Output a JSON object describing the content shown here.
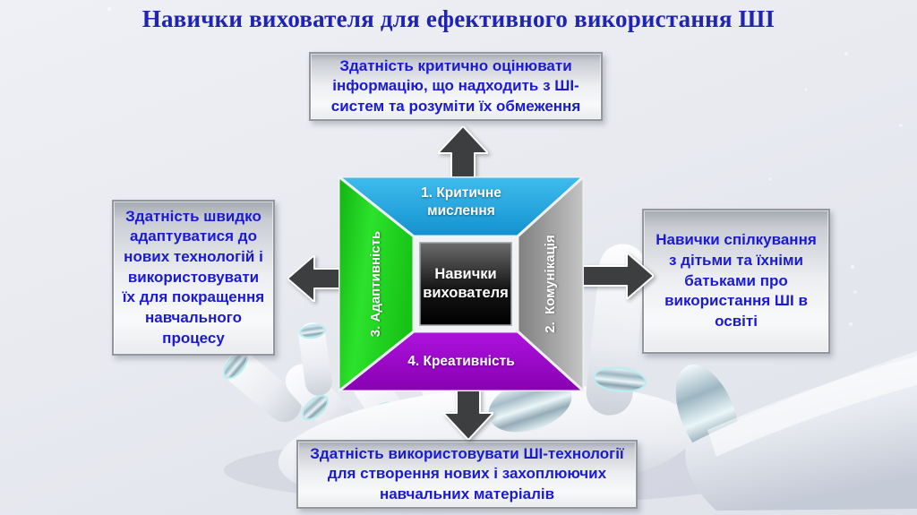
{
  "title": "Навички вихователя для ефективного використання ШІ",
  "diagram": {
    "center_label": "Навички вихователя",
    "sections": {
      "top": "1. Критичне мислення",
      "right": "2.  Комунікація",
      "bottom": "4. Креативність",
      "left": "3. Адаптивність"
    }
  },
  "callouts": {
    "top": "Здатність критично оцінювати інформацію, що надходить з ШІ-систем та розуміти їх обмеження",
    "left": "Здатність швидко адаптуватися до нових технологій і використовувати їх для покращення навчального процесу",
    "right": "Навички спілкування з дітьми та їхніми батьками про використання ШІ в освіті",
    "bottom": "Здатність використовувати ШІ-технології для створення нових і захоплюючих навчальних матеріалів"
  },
  "colors": {
    "title_text": "#1f24b4",
    "callout_text": "#1a1ad1",
    "section_top_blue": "#1ea7e2",
    "section_right_gray": "#9a9a9a",
    "section_bottom_purple": "#9c00c8",
    "section_left_green": "#1ec61e",
    "center_square": "#0a0a0a",
    "arrow": "#3d3e40",
    "background": "#e8eaf0"
  },
  "icons": {
    "arrow_up": "block-arrow-up",
    "arrow_down": "block-arrow-down",
    "arrow_left": "block-arrow-left",
    "arrow_right": "block-arrow-right",
    "background_art": "robot-hand"
  }
}
